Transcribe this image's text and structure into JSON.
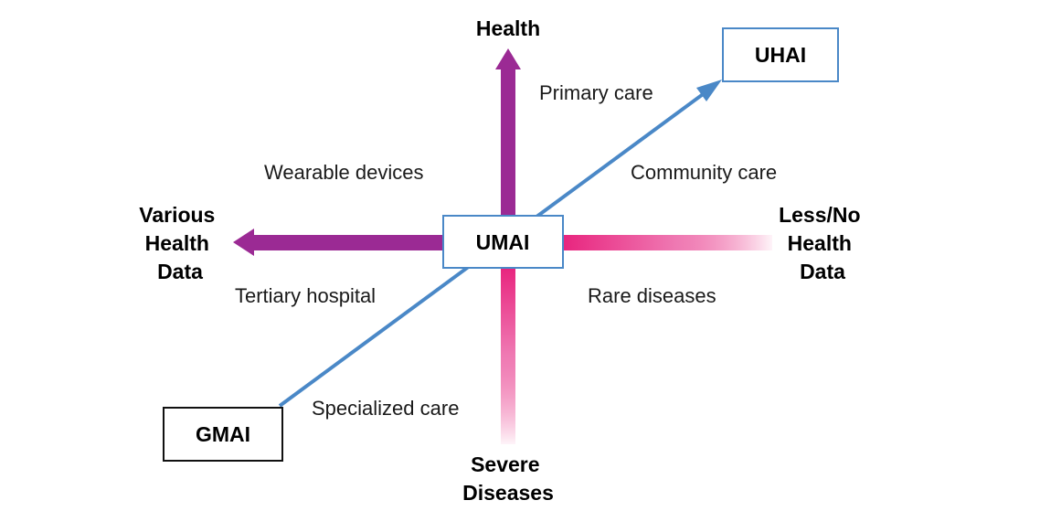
{
  "axes": {
    "top": "Health",
    "left": [
      "Various",
      "Health",
      "Data"
    ],
    "right": [
      "Less/No",
      "Health",
      "Data"
    ],
    "bottom": [
      "Severe",
      "Diseases"
    ]
  },
  "boxes": {
    "center": "UMAI",
    "top_right": "UHAI",
    "bottom_left": "GMAI"
  },
  "labels": {
    "primary_care": "Primary care",
    "wearable_devices": "Wearable devices",
    "community_care": "Community care",
    "tertiary_hospital": "Tertiary hospital",
    "rare_diseases": "Rare diseases",
    "specialized_care": "Specialized care"
  },
  "colors": {
    "purple": "#9b2a94",
    "magenta": "#e8247e",
    "blue": "#4a88c7",
    "box_border_blue": "#4a88c7",
    "box_border_dark": "#111111"
  }
}
